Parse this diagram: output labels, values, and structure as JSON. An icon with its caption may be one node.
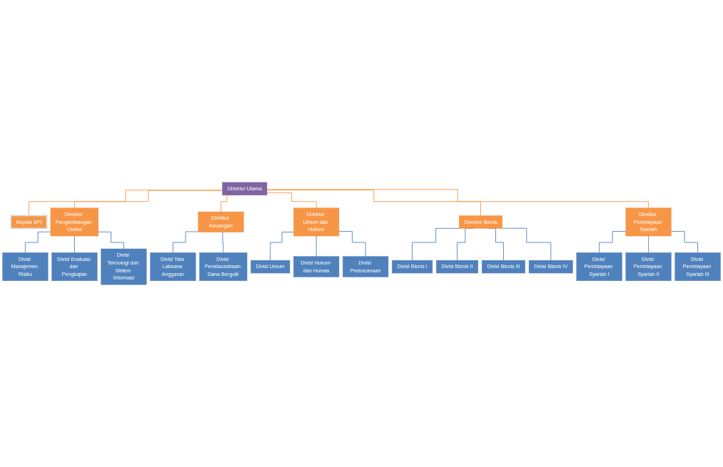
{
  "diagram": {
    "nodes": [
      {
        "text": [
          "Direktur Utama"
        ]
      },
      {
        "text": [
          "Kepala SPI"
        ]
      },
      {
        "text": [
          "Direktur Pengembangan Usaha"
        ]
      },
      {
        "text": [
          "Direktur Keuangan"
        ]
      },
      {
        "text": [
          "Direktur Umum dan Hukum"
        ]
      },
      {
        "text": [
          "Direktur Bisnis"
        ]
      },
      {
        "text": [
          "Direktur Pembiayaan Syariah"
        ]
      },
      {
        "text": [
          "Divisi Manajemen Risiko"
        ]
      },
      {
        "text": [
          "Divisi Evaluasi dan Pengkajian"
        ]
      },
      {
        "text": [
          "Divisi Teknologi dan Sistem Informasi"
        ]
      },
      {
        "text": [
          "Divisi Tata Laksana Anggaran"
        ]
      },
      {
        "text": [
          "Divisi Penatausahaan Dana Bergulir"
        ]
      },
      {
        "text": [
          "Divisi Umum"
        ]
      },
      {
        "text": [
          "Divisi Hukum dan Humas"
        ]
      },
      {
        "text": [
          "Divisi Perencanaan"
        ]
      },
      {
        "text": [
          "Divisi Bisnis I"
        ]
      },
      {
        "text": [
          "Divisi Bisnis II"
        ]
      },
      {
        "text": [
          "Divisi Bisnis III"
        ]
      },
      {
        "text": [
          "Divisi Bisnis IV"
        ]
      },
      {
        "text": [
          "Divisi Pembiayaan Syariah I"
        ]
      },
      {
        "text": [
          "Divisi Pembiayaan Syariah II"
        ]
      },
      {
        "text": [
          "Divisi Pembiayaan Syariah III"
        ]
      }
    ],
    "edges": [
      {
        "from": 0,
        "to": 1,
        "arrow": "none",
        "color": "#f79646"
      },
      {
        "from": 0,
        "to": 2,
        "arrow": "none",
        "color": "#f79646"
      },
      {
        "from": 0,
        "to": 3,
        "arrow": "none",
        "color": "#f79646"
      },
      {
        "from": 0,
        "to": 4,
        "arrow": "none",
        "color": "#f79646"
      },
      {
        "from": 0,
        "to": 5,
        "arrow": "none",
        "color": "#f79646"
      },
      {
        "from": 0,
        "to": 6,
        "arrow": "none",
        "color": "#f79646"
      },
      {
        "from": 2,
        "to": 7,
        "arrow": "none"
      },
      {
        "from": 2,
        "to": 8,
        "arrow": "none"
      },
      {
        "from": 2,
        "to": 9,
        "arrow": "none"
      },
      {
        "from": 3,
        "to": 10,
        "arrow": "none"
      },
      {
        "from": 3,
        "to": 11,
        "arrow": "none"
      },
      {
        "from": 4,
        "to": 12,
        "arrow": "none"
      },
      {
        "from": 4,
        "to": 13,
        "arrow": "none"
      },
      {
        "from": 4,
        "to": 14,
        "arrow": "none"
      },
      {
        "from": 5,
        "to": 15,
        "arrow": "none"
      },
      {
        "from": 5,
        "to": 16,
        "arrow": "none"
      },
      {
        "from": 5,
        "to": 17,
        "arrow": "none"
      },
      {
        "from": 5,
        "to": 18,
        "arrow": "none"
      },
      {
        "from": 6,
        "to": 19,
        "arrow": "none"
      },
      {
        "from": 6,
        "to": 20,
        "arrow": "none"
      },
      {
        "from": 6,
        "to": 21,
        "arrow": "none"
      }
    ]
  }
}
